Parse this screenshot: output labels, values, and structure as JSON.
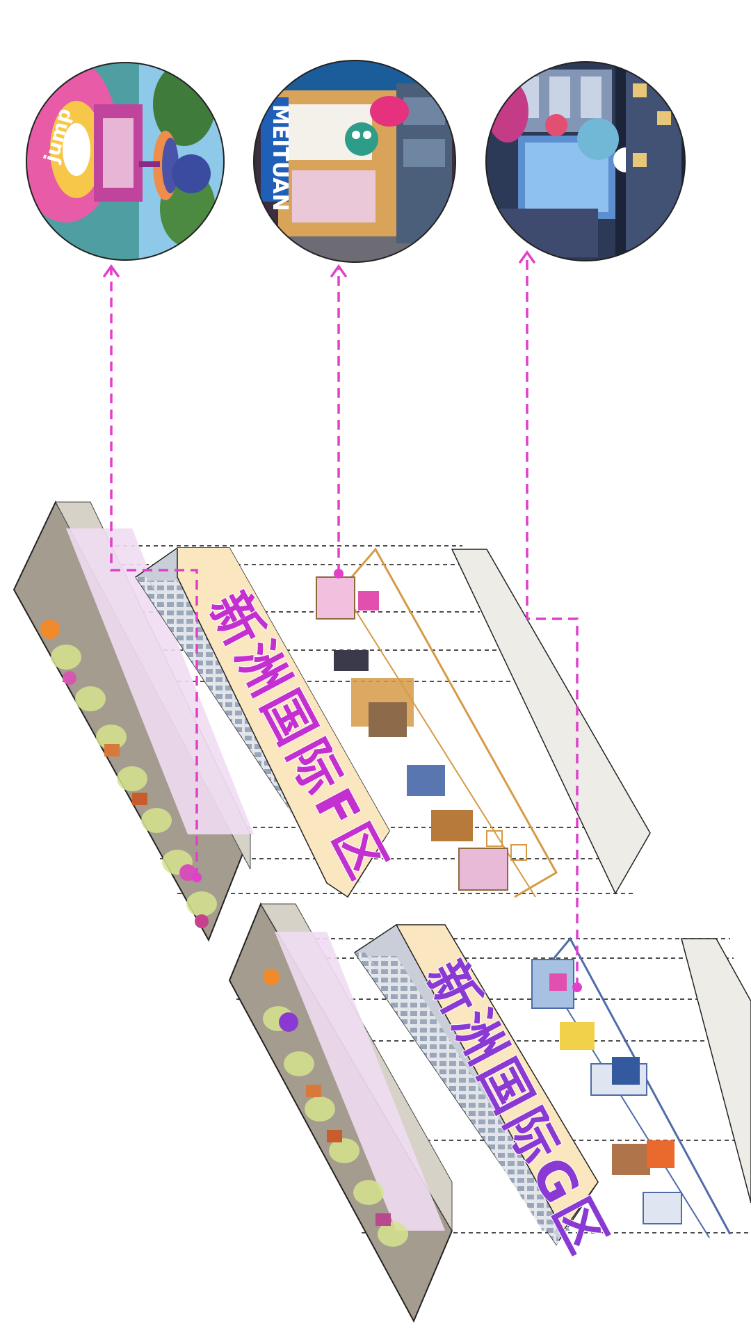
{
  "labels": {
    "zone_f": "新洲国际F区",
    "zone_g": "新洲国际G区",
    "sign_meituan": "MEITUAN",
    "sign_jump": "jump"
  },
  "colors": {
    "leader_line": "#e23fcb",
    "zone_f_text": "#c42fd0",
    "zone_g_text": "#8a3ad3",
    "building_front": "#fbe7bf",
    "facade": "#d6dbe4",
    "ground": "#a49c8e",
    "plaza": "#efdcf2",
    "wall": "#eeece6",
    "frame_f": "#d69a46",
    "frame_g": "#4f6ca8"
  },
  "icons": [
    "rendering-circle",
    "leader-arrow",
    "dashed-projection-line"
  ]
}
